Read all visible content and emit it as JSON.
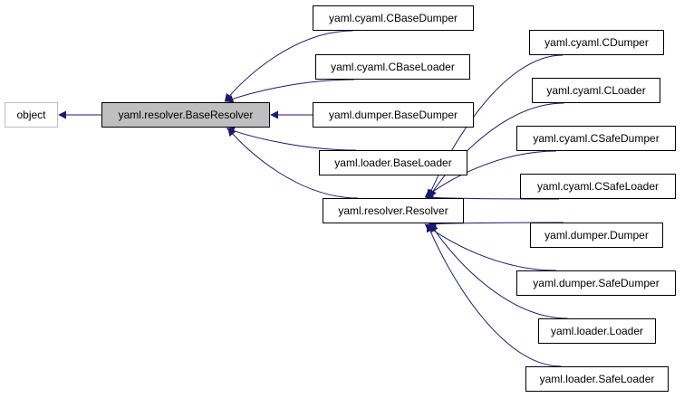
{
  "title": "Inheritance diagram for yaml.resolver.BaseResolver",
  "colors": {
    "edge": "#191970",
    "focus_fill": "#bfbfbf",
    "external_border": "#bfbfbf"
  },
  "nodes": [
    {
      "id": "object",
      "label": "object",
      "kind": "external"
    },
    {
      "id": "BaseResolver",
      "label": "yaml.resolver.BaseResolver",
      "kind": "focus"
    },
    {
      "id": "CBaseDumper",
      "label": "yaml.cyaml.CBaseDumper",
      "kind": "normal"
    },
    {
      "id": "CBaseLoader",
      "label": "yaml.cyaml.CBaseLoader",
      "kind": "normal"
    },
    {
      "id": "BaseDumper",
      "label": "yaml.dumper.BaseDumper",
      "kind": "normal"
    },
    {
      "id": "BaseLoader",
      "label": "yaml.loader.BaseLoader",
      "kind": "normal"
    },
    {
      "id": "Resolver",
      "label": "yaml.resolver.Resolver",
      "kind": "normal"
    },
    {
      "id": "CDumper",
      "label": "yaml.cyaml.CDumper",
      "kind": "normal"
    },
    {
      "id": "CLoader",
      "label": "yaml.cyaml.CLoader",
      "kind": "normal"
    },
    {
      "id": "CSafeDumper",
      "label": "yaml.cyaml.CSafeDumper",
      "kind": "normal"
    },
    {
      "id": "CSafeLoader",
      "label": "yaml.cyaml.CSafeLoader",
      "kind": "normal"
    },
    {
      "id": "Dumper",
      "label": "yaml.dumper.Dumper",
      "kind": "normal"
    },
    {
      "id": "SafeDumper",
      "label": "yaml.dumper.SafeDumper",
      "kind": "normal"
    },
    {
      "id": "Loader",
      "label": "yaml.loader.Loader",
      "kind": "normal"
    },
    {
      "id": "SafeLoader",
      "label": "yaml.loader.SafeLoader",
      "kind": "normal"
    }
  ],
  "edges": [
    {
      "from": "BaseResolver",
      "to": "object"
    },
    {
      "from": "CBaseDumper",
      "to": "BaseResolver"
    },
    {
      "from": "CBaseLoader",
      "to": "BaseResolver"
    },
    {
      "from": "BaseDumper",
      "to": "BaseResolver"
    },
    {
      "from": "BaseLoader",
      "to": "BaseResolver"
    },
    {
      "from": "Resolver",
      "to": "BaseResolver"
    },
    {
      "from": "CDumper",
      "to": "Resolver"
    },
    {
      "from": "CLoader",
      "to": "Resolver"
    },
    {
      "from": "CSafeDumper",
      "to": "Resolver"
    },
    {
      "from": "CSafeLoader",
      "to": "Resolver"
    },
    {
      "from": "Dumper",
      "to": "Resolver"
    },
    {
      "from": "SafeDumper",
      "to": "Resolver"
    },
    {
      "from": "Loader",
      "to": "Resolver"
    },
    {
      "from": "SafeLoader",
      "to": "Resolver"
    }
  ]
}
